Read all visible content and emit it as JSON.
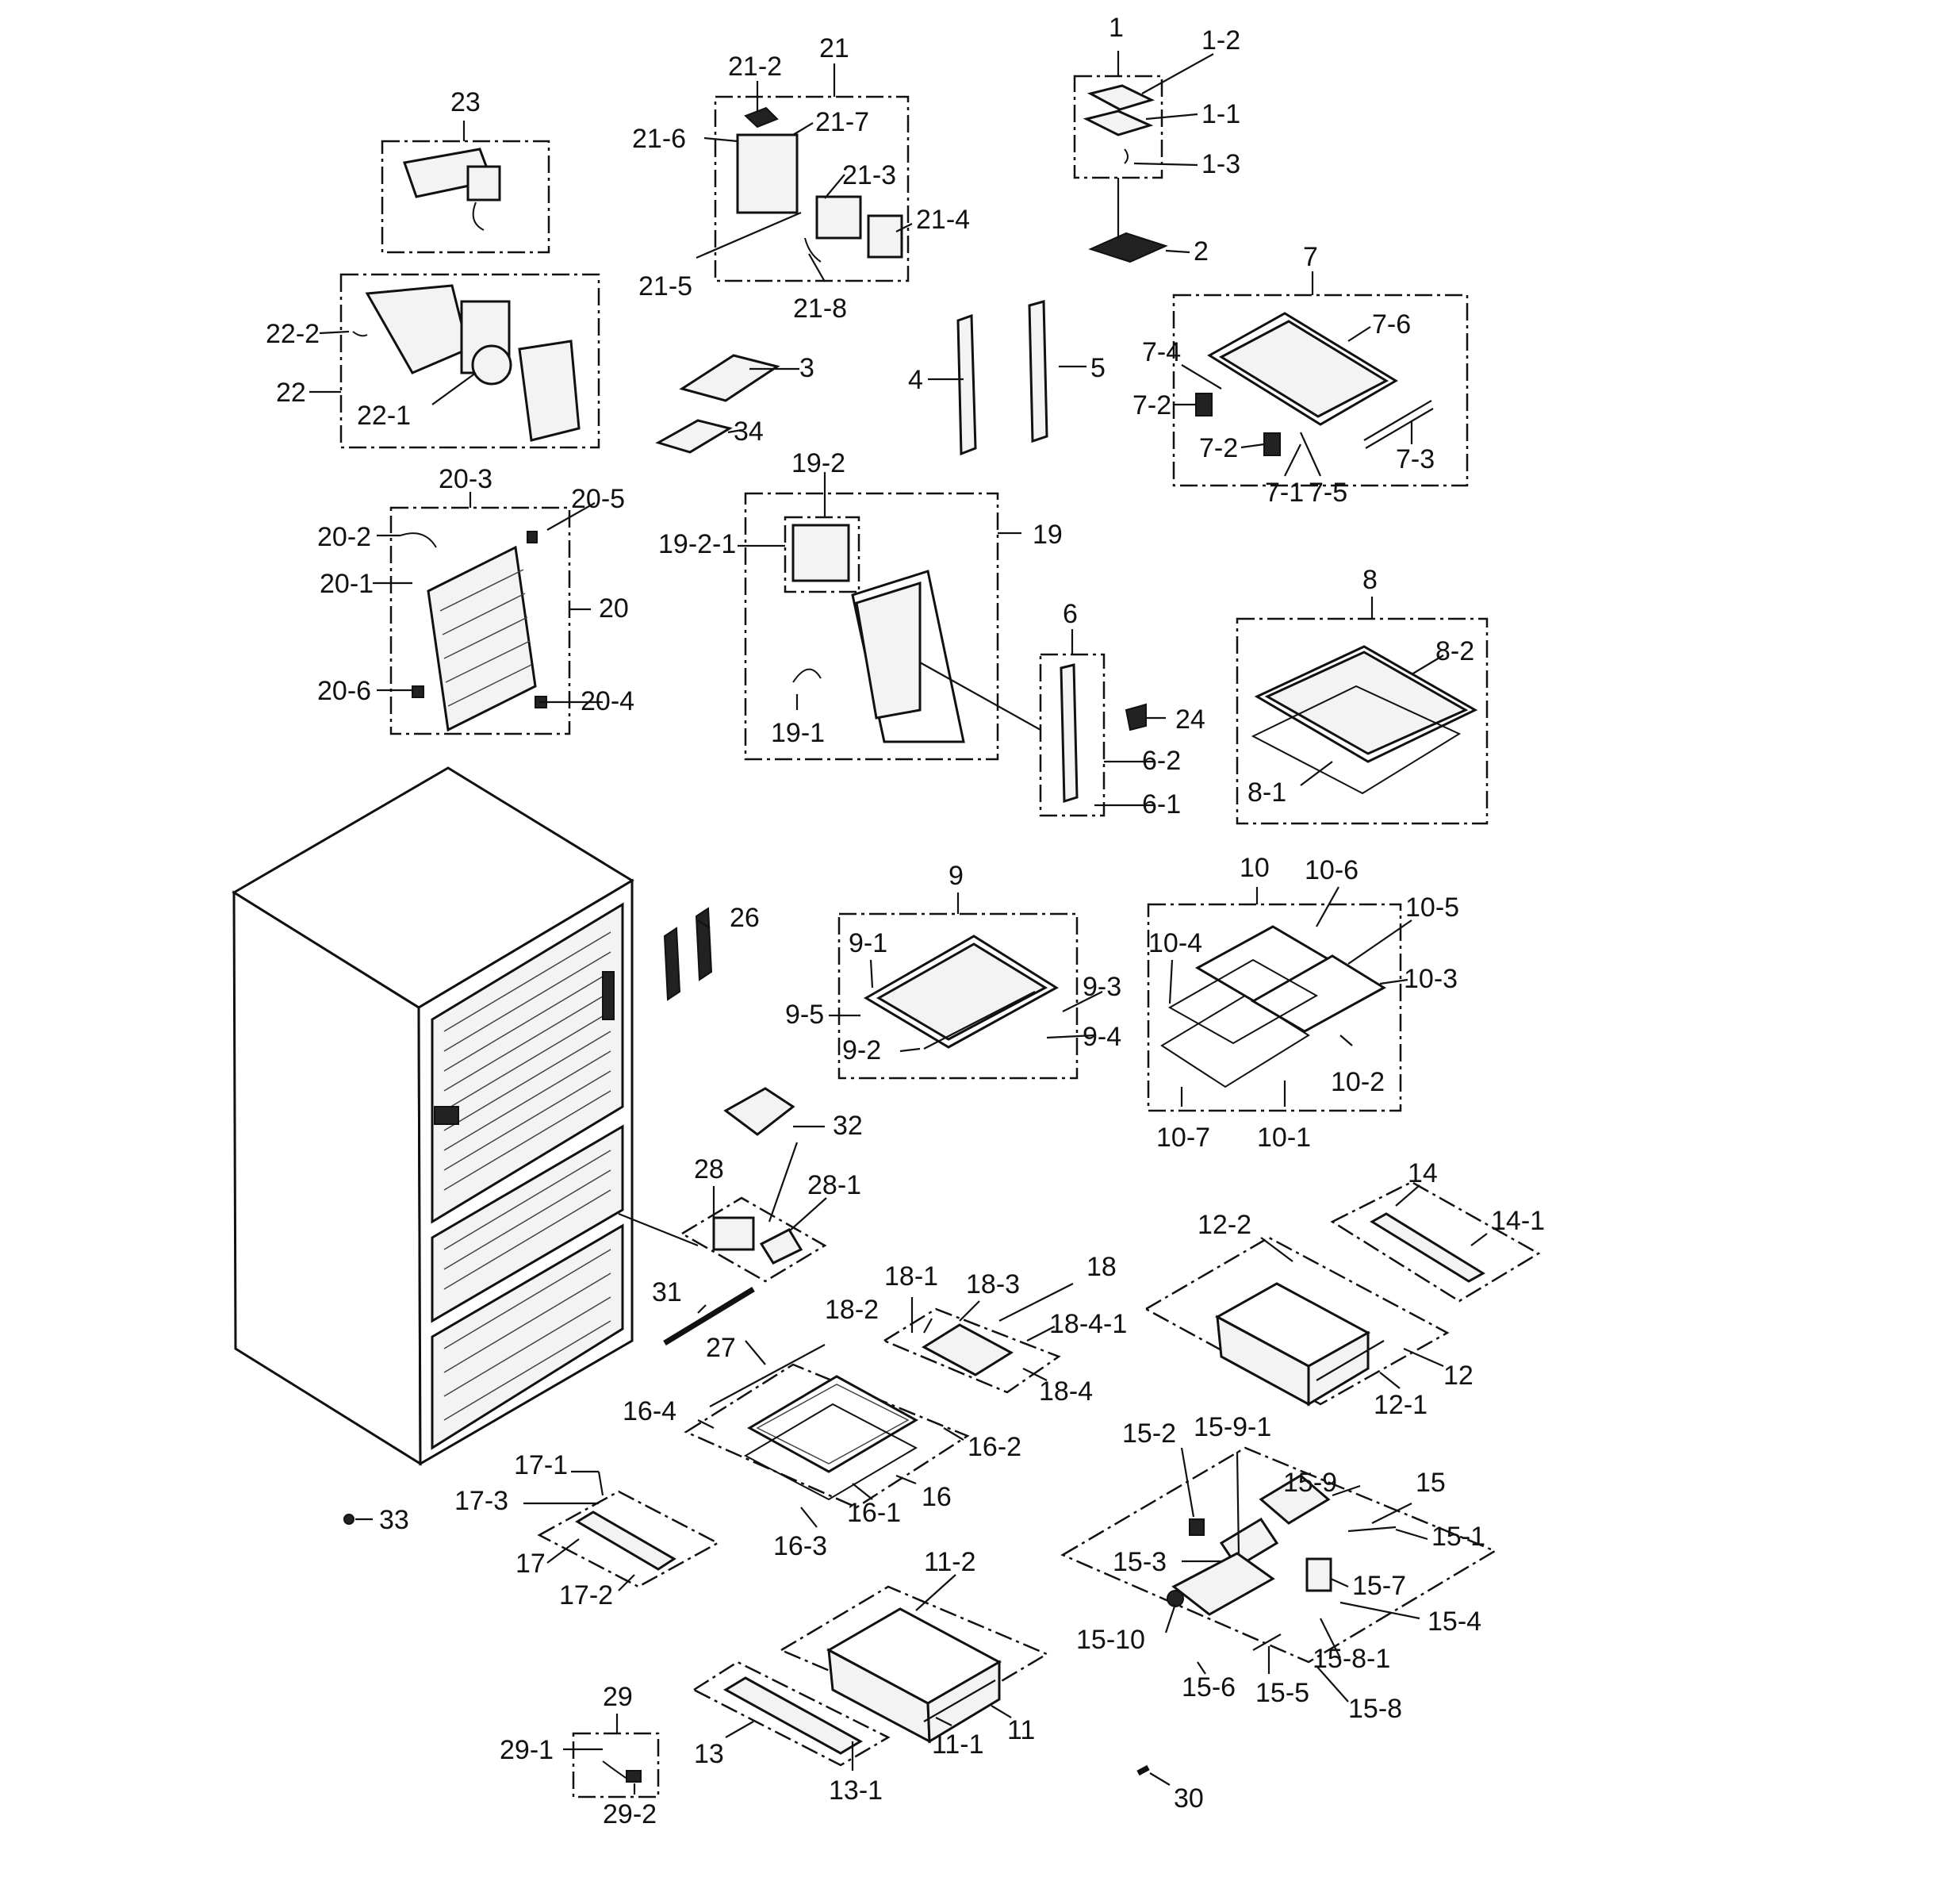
{
  "labels": [
    {
      "key": "l1",
      "text": "1"
    },
    {
      "key": "l1_2",
      "text": "1-2"
    },
    {
      "key": "l1_1",
      "text": "1-1"
    },
    {
      "key": "l1_3",
      "text": "1-3"
    },
    {
      "key": "l2",
      "text": "2"
    },
    {
      "key": "l3",
      "text": "3"
    },
    {
      "key": "l4",
      "text": "4"
    },
    {
      "key": "l5",
      "text": "5"
    },
    {
      "key": "l6",
      "text": "6"
    },
    {
      "key": "l6_1",
      "text": "6-1"
    },
    {
      "key": "l6_2",
      "text": "6-2"
    },
    {
      "key": "l7",
      "text": "7"
    },
    {
      "key": "l7_1",
      "text": "7-1"
    },
    {
      "key": "l7_2a",
      "text": "7-2"
    },
    {
      "key": "l7_2b",
      "text": "7-2"
    },
    {
      "key": "l7_3",
      "text": "7-3"
    },
    {
      "key": "l7_4",
      "text": "7-4"
    },
    {
      "key": "l7_5",
      "text": "7-5"
    },
    {
      "key": "l7_6",
      "text": "7-6"
    },
    {
      "key": "l8",
      "text": "8"
    },
    {
      "key": "l8_1",
      "text": "8-1"
    },
    {
      "key": "l8_2",
      "text": "8-2"
    },
    {
      "key": "l9",
      "text": "9"
    },
    {
      "key": "l9_1",
      "text": "9-1"
    },
    {
      "key": "l9_2",
      "text": "9-2"
    },
    {
      "key": "l9_3",
      "text": "9-3"
    },
    {
      "key": "l9_4",
      "text": "9-4"
    },
    {
      "key": "l9_5",
      "text": "9-5"
    },
    {
      "key": "l10",
      "text": "10"
    },
    {
      "key": "l10_1",
      "text": "10-1"
    },
    {
      "key": "l10_2",
      "text": "10-2"
    },
    {
      "key": "l10_3",
      "text": "10-3"
    },
    {
      "key": "l10_4",
      "text": "10-4"
    },
    {
      "key": "l10_5",
      "text": "10-5"
    },
    {
      "key": "l10_6",
      "text": "10-6"
    },
    {
      "key": "l10_7",
      "text": "10-7"
    },
    {
      "key": "l11",
      "text": "11"
    },
    {
      "key": "l11_1",
      "text": "11-1"
    },
    {
      "key": "l11_2",
      "text": "11-2"
    },
    {
      "key": "l12",
      "text": "12"
    },
    {
      "key": "l12_1",
      "text": "12-1"
    },
    {
      "key": "l12_2",
      "text": "12-2"
    },
    {
      "key": "l13",
      "text": "13"
    },
    {
      "key": "l13_1",
      "text": "13-1"
    },
    {
      "key": "l14",
      "text": "14"
    },
    {
      "key": "l14_1",
      "text": "14-1"
    },
    {
      "key": "l15",
      "text": "15"
    },
    {
      "key": "l15_1",
      "text": "15-1"
    },
    {
      "key": "l15_2",
      "text": "15-2"
    },
    {
      "key": "l15_3",
      "text": "15-3"
    },
    {
      "key": "l15_4",
      "text": "15-4"
    },
    {
      "key": "l15_5",
      "text": "15-5"
    },
    {
      "key": "l15_6",
      "text": "15-6"
    },
    {
      "key": "l15_7",
      "text": "15-7"
    },
    {
      "key": "l15_8",
      "text": "15-8"
    },
    {
      "key": "l15_8_1",
      "text": "15-8-1"
    },
    {
      "key": "l15_9",
      "text": "15-9"
    },
    {
      "key": "l15_9_1",
      "text": "15-9-1"
    },
    {
      "key": "l15_10",
      "text": "15-10"
    },
    {
      "key": "l16",
      "text": "16"
    },
    {
      "key": "l16_1",
      "text": "16-1"
    },
    {
      "key": "l16_2",
      "text": "16-2"
    },
    {
      "key": "l16_3",
      "text": "16-3"
    },
    {
      "key": "l16_4",
      "text": "16-4"
    },
    {
      "key": "l17",
      "text": "17"
    },
    {
      "key": "l17_1",
      "text": "17-1"
    },
    {
      "key": "l17_2",
      "text": "17-2"
    },
    {
      "key": "l17_3",
      "text": "17-3"
    },
    {
      "key": "l18",
      "text": "18"
    },
    {
      "key": "l18_1",
      "text": "18-1"
    },
    {
      "key": "l18_2",
      "text": "18-2"
    },
    {
      "key": "l18_3",
      "text": "18-3"
    },
    {
      "key": "l18_4",
      "text": "18-4"
    },
    {
      "key": "l18_4_1",
      "text": "18-4-1"
    },
    {
      "key": "l19",
      "text": "19"
    },
    {
      "key": "l19_1",
      "text": "19-1"
    },
    {
      "key": "l19_2",
      "text": "19-2"
    },
    {
      "key": "l19_2_1",
      "text": "19-2-1"
    },
    {
      "key": "l20",
      "text": "20"
    },
    {
      "key": "l20_1",
      "text": "20-1"
    },
    {
      "key": "l20_2",
      "text": "20-2"
    },
    {
      "key": "l20_3",
      "text": "20-3"
    },
    {
      "key": "l20_4",
      "text": "20-4"
    },
    {
      "key": "l20_5",
      "text": "20-5"
    },
    {
      "key": "l20_6",
      "text": "20-6"
    },
    {
      "key": "l21",
      "text": "21"
    },
    {
      "key": "l21_2",
      "text": "21-2"
    },
    {
      "key": "l21_3",
      "text": "21-3"
    },
    {
      "key": "l21_4",
      "text": "21-4"
    },
    {
      "key": "l21_5",
      "text": "21-5"
    },
    {
      "key": "l21_6",
      "text": "21-6"
    },
    {
      "key": "l21_7",
      "text": "21-7"
    },
    {
      "key": "l21_8",
      "text": "21-8"
    },
    {
      "key": "l22",
      "text": "22"
    },
    {
      "key": "l22_1",
      "text": "22-1"
    },
    {
      "key": "l22_2",
      "text": "22-2"
    },
    {
      "key": "l23",
      "text": "23"
    },
    {
      "key": "l24",
      "text": "24"
    },
    {
      "key": "l26",
      "text": "26"
    },
    {
      "key": "l27",
      "text": "27"
    },
    {
      "key": "l28",
      "text": "28"
    },
    {
      "key": "l28_1",
      "text": "28-1"
    },
    {
      "key": "l29",
      "text": "29"
    },
    {
      "key": "l29_1",
      "text": "29-1"
    },
    {
      "key": "l29_2",
      "text": "29-2"
    },
    {
      "key": "l30",
      "text": "30"
    },
    {
      "key": "l31",
      "text": "31"
    },
    {
      "key": "l32",
      "text": "32"
    },
    {
      "key": "l33",
      "text": "33"
    },
    {
      "key": "l34",
      "text": "34"
    }
  ]
}
